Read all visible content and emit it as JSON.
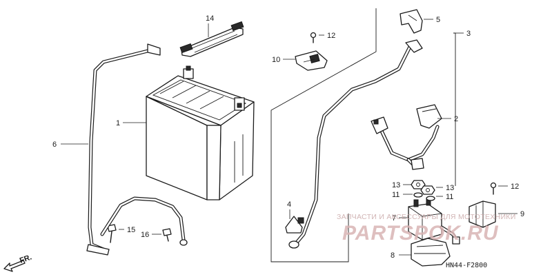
{
  "diagram": {
    "callouts": {
      "c1": "1",
      "c2": "2",
      "c3": "3",
      "c4": "4",
      "c5": "5",
      "c6": "6",
      "c7": "7",
      "c8": "8",
      "c9": "9",
      "c10": "10",
      "c11a": "11",
      "c11b": "11",
      "c12a": "12",
      "c12b": "12",
      "c13a": "13",
      "c13b": "13",
      "c14": "14",
      "c15": "15",
      "c16": "16"
    },
    "direction_label": "FR.",
    "part_code": "HN44-F2800"
  },
  "watermark": {
    "top_text": "ЗАПЧАСТИ И АКСЕССУАРЫ ДЛЯ МОТОТЕХНИКИ",
    "logo_text": "PARTSPOK.RU",
    "color": "#d9b4b4"
  }
}
